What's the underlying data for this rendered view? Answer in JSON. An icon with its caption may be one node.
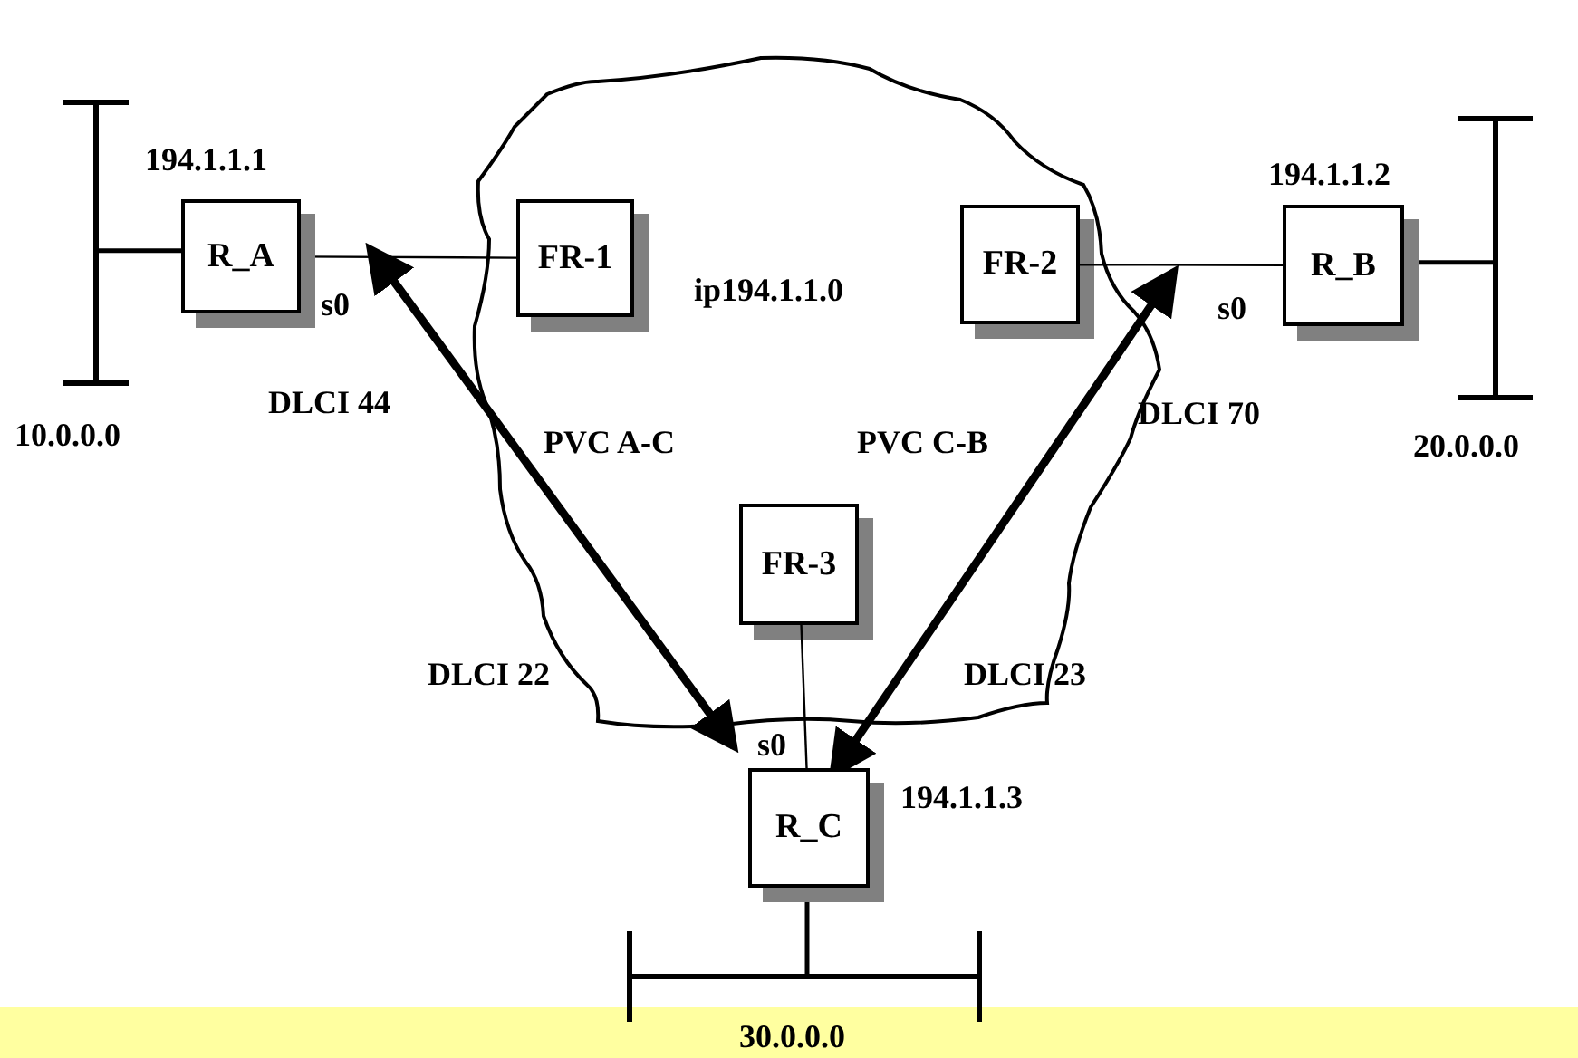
{
  "diagram": {
    "nodes": [
      {
        "text": [
          "ip194.1.1.0"
        ]
      },
      {
        "text": [
          "R_A"
        ],
        "beside": [
          "194.1.1.1",
          "s0"
        ]
      },
      {
        "text": [
          "FR-1"
        ],
        "in": 0
      },
      {
        "text": [
          "FR-2"
        ],
        "in": 0
      },
      {
        "text": [
          "R_B"
        ],
        "beside": [
          "194.1.1.2",
          "s0"
        ]
      },
      {
        "text": [
          "FR-3"
        ],
        "in": 0
      },
      {
        "text": [
          "R_C"
        ],
        "beside": [
          "s0",
          "194.1.1.3"
        ]
      },
      {
        "text": [
          "10.0.0.0"
        ]
      },
      {
        "text": [
          "20.0.0.0"
        ]
      },
      {
        "text": [
          "30.0.0.0"
        ]
      }
    ],
    "edges": [
      {
        "from": 7,
        "to": 1,
        "arrow": "none"
      },
      {
        "from": 1,
        "to": 2,
        "arrow": "none"
      },
      {
        "from": 3,
        "to": 4,
        "arrow": "none"
      },
      {
        "from": 4,
        "to": 8,
        "arrow": "none"
      },
      {
        "from": 5,
        "to": 6,
        "arrow": "none"
      },
      {
        "from": 6,
        "to": 9,
        "arrow": "none"
      },
      {
        "from": 1,
        "to": 6,
        "arrow": "both",
        "style": "thick",
        "label": "PVC A-C"
      },
      {
        "from": 6,
        "to": 4,
        "arrow": "both",
        "style": "thick",
        "label": "PVC C-B"
      }
    ],
    "labels": [
      "DLCI 44",
      "DLCI 70",
      "DLCI 22",
      "DLCI 23"
    ]
  }
}
